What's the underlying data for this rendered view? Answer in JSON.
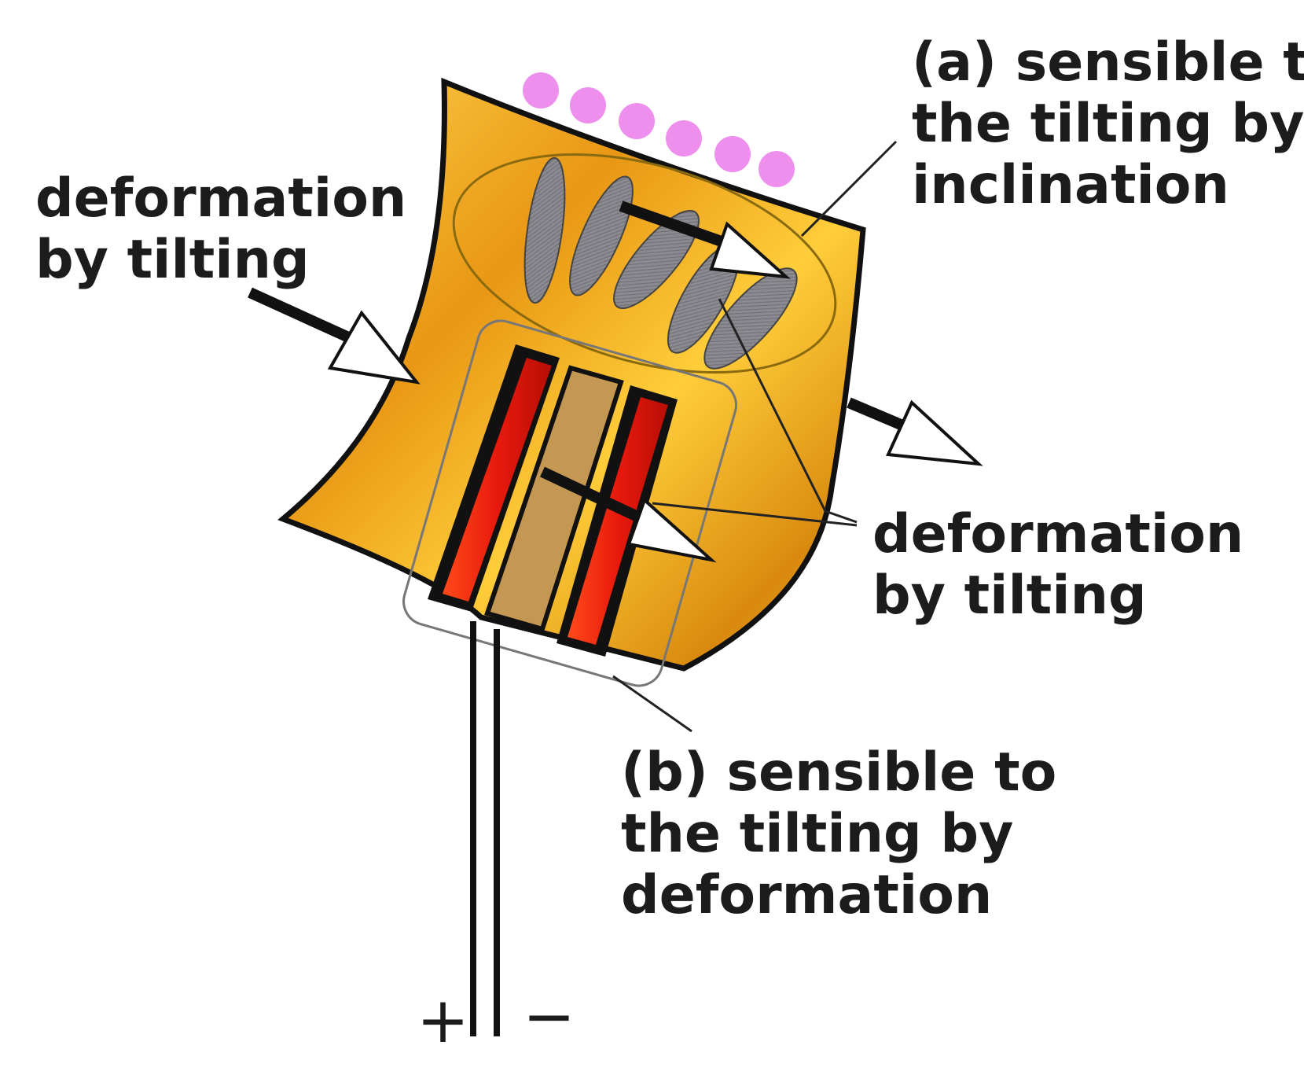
{
  "labels": {
    "deformation_left": [
      "deformation",
      "by tilting"
    ],
    "deformation_right": [
      "deformation",
      "by tilting"
    ],
    "label_a": [
      "(a) sensible to",
      "the tilting by",
      "inclination"
    ],
    "label_b": [
      "(b) sensible to",
      "the tilting by",
      "deformation"
    ],
    "plus": "+",
    "minus": "−"
  },
  "colors": {
    "film_gold": "#f0a21c",
    "film_light": "#ffd24a",
    "electrode_red": "#e8190c",
    "center_strip": "#c49752",
    "cilia_gray": "#8a8a90",
    "particle_pink": "#ee8fee",
    "outline": "#111111",
    "background": "#ffffff"
  },
  "icons": [
    "sensor-film",
    "electrode-strip",
    "cilium",
    "particle",
    "tilt-arrow",
    "lead-wire"
  ]
}
